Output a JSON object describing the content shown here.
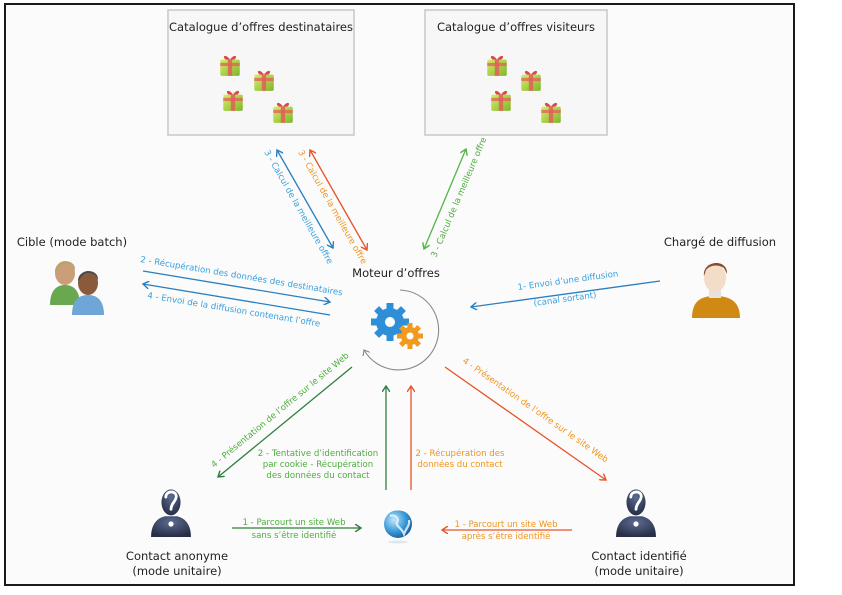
{
  "colors": {
    "blue_arrow": "#2a7fc0",
    "blue_text": "#3aa0dc",
    "orange_arrow": "#e8532a",
    "orange_text": "#f0941e",
    "green_arrow": "#2e7d3f",
    "green_text": "#4caf3c",
    "green_light": "#52b548",
    "gray_circle": "#8a8a8a"
  },
  "catalogs": [
    {
      "title": "Catalogue d’offres destinataires",
      "icon": "gift-icon"
    },
    {
      "title": "Catalogue d’offres visiteurs",
      "icon": "gift-icon"
    }
  ],
  "actors": {
    "cible": {
      "label": "Cible (mode batch)",
      "icon": "users-group-icon"
    },
    "charge": {
      "label": "Chargé de diffusion",
      "icon": "user-icon"
    },
    "moteur": {
      "label": "Moteur d’offres",
      "icon": "gears-icon"
    },
    "anonyme": {
      "label_line1": "Contact anonyme",
      "label_line2": "(mode unitaire)",
      "icon": "anonymous-user-icon"
    },
    "identifie": {
      "label_line1": "Contact identifié",
      "label_line2": "(mode unitaire)",
      "icon": "anonymous-user-icon"
    },
    "web": {
      "icon": "globe-icon"
    }
  },
  "flows": {
    "calc_blue": "3 - Calcul de la meilleure offre",
    "calc_orange": "3 - Calcul de la meilleure offre",
    "calc_green": "3 - Calcul de la meilleure offre",
    "recup_destinataires": "2 - Récupération des données des destinataires",
    "envoi_diffusion_offre": "4 - Envoi de la diffusion contenant l’offre",
    "envoi_diffusion_line1": "1- Envoi d’une diffusion",
    "envoi_diffusion_line2": "(canal sortant)",
    "presentation_green": "4 - Présentation de l’offre sur le site Web",
    "presentation_orange": "4 - Présentation de l’offre sur le site Web",
    "tentative_line1": "2 - Tentative d’identification",
    "tentative_line2": "par cookie - Récupération",
    "tentative_line3": "des données du contact",
    "recup_contact_line1": "2 - Récupération des",
    "recup_contact_line2": "données du contact",
    "parcourt_anon_line1": "1 - Parcourt un site Web",
    "parcourt_anon_line2": "sans s’être identifié",
    "parcourt_ident_line1": "1 - Parcourt un site Web",
    "parcourt_ident_line2": "après s’être identifié"
  }
}
